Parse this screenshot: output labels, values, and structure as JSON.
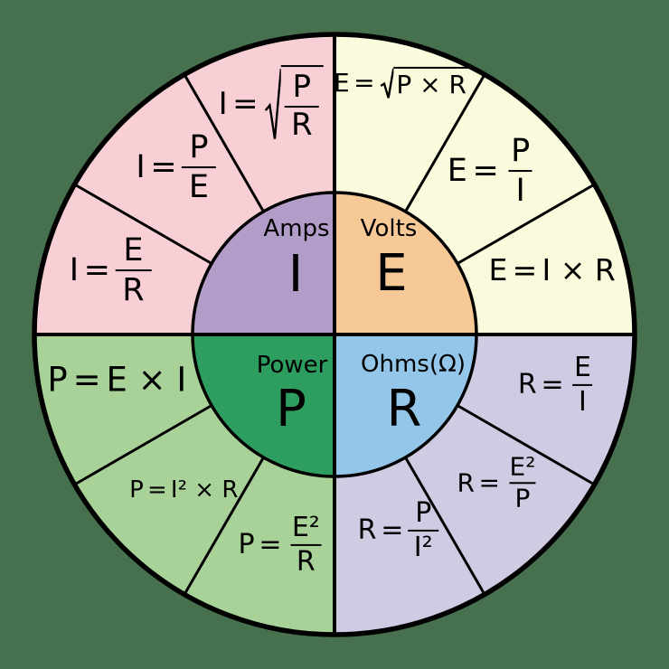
{
  "background_color": "#47704f",
  "stroke_color": "#000000",
  "equals_sign": "=",
  "wheel": {
    "description": "Ohm's law formula wheel relating Power (P), Voltage (E), Current (I) and Resistance (R)",
    "quadrants": [
      {
        "id": "amps",
        "name": "Amps",
        "symbol": "I",
        "position": "top-left",
        "center_color": "#b29dc9",
        "ring_color": "#f8cfd5",
        "formulas": [
          {
            "id": "i-sqrt-p-over-r",
            "text": "I = √(P/R)",
            "lhs": "I",
            "rhs": {
              "kind": "sqrt",
              "body": {
                "kind": "frac",
                "num": "P",
                "den": "R"
              }
            }
          },
          {
            "id": "i-p-over-e",
            "text": "I = P/E",
            "lhs": "I",
            "rhs": {
              "kind": "frac",
              "num": "P",
              "den": "E"
            }
          },
          {
            "id": "i-e-over-r",
            "text": "I = E/R",
            "lhs": "I",
            "rhs": {
              "kind": "frac",
              "num": "E",
              "den": "R"
            }
          }
        ]
      },
      {
        "id": "volts",
        "name": "Volts",
        "symbol": "E",
        "position": "top-right",
        "center_color": "#f7c997",
        "ring_color": "#fafadc",
        "formulas": [
          {
            "id": "e-sqrt-p-times-r",
            "text": "E = √(P × R)",
            "lhs": "E",
            "rhs": {
              "kind": "sqrt",
              "body": {
                "kind": "plain",
                "value": "P × R"
              }
            }
          },
          {
            "id": "e-p-over-i",
            "text": "E = P/I",
            "lhs": "E",
            "rhs": {
              "kind": "frac",
              "num": "P",
              "den": "I"
            }
          },
          {
            "id": "e-i-times-r",
            "text": "E = I × R",
            "lhs": "E",
            "rhs": {
              "kind": "plain",
              "value": "I × R"
            }
          }
        ]
      },
      {
        "id": "power",
        "name": "Power",
        "symbol": "P",
        "position": "bottom-left",
        "center_color": "#2d9e60",
        "ring_color": "#a8d298",
        "formulas": [
          {
            "id": "p-e-times-i",
            "text": "P = E × I",
            "lhs": "P",
            "rhs": {
              "kind": "plain",
              "value": "E × I"
            }
          },
          {
            "id": "p-i2-times-r",
            "text": "P = I² × R",
            "lhs": "P",
            "rhs": {
              "kind": "plain",
              "value": "I² × R"
            }
          },
          {
            "id": "p-e2-over-r",
            "text": "P = E²/R",
            "lhs": "P",
            "rhs": {
              "kind": "frac",
              "num": "E²",
              "den": "R"
            }
          }
        ]
      },
      {
        "id": "ohms",
        "name": "Ohms(Ω)",
        "symbol": "R",
        "position": "bottom-right",
        "center_color": "#93c6e8",
        "ring_color": "#d0cbe2",
        "formulas": [
          {
            "id": "r-e-over-i",
            "text": "R = E/I",
            "lhs": "R",
            "rhs": {
              "kind": "frac",
              "num": "E",
              "den": "I"
            }
          },
          {
            "id": "r-e2-over-p",
            "text": "R = E²/P",
            "lhs": "R",
            "rhs": {
              "kind": "frac",
              "num": "E²",
              "den": "P"
            }
          },
          {
            "id": "r-p-over-i2",
            "text": "R = P/I²",
            "lhs": "R",
            "rhs": {
              "kind": "frac",
              "num": "P",
              "den": "I²"
            }
          }
        ]
      }
    ]
  }
}
